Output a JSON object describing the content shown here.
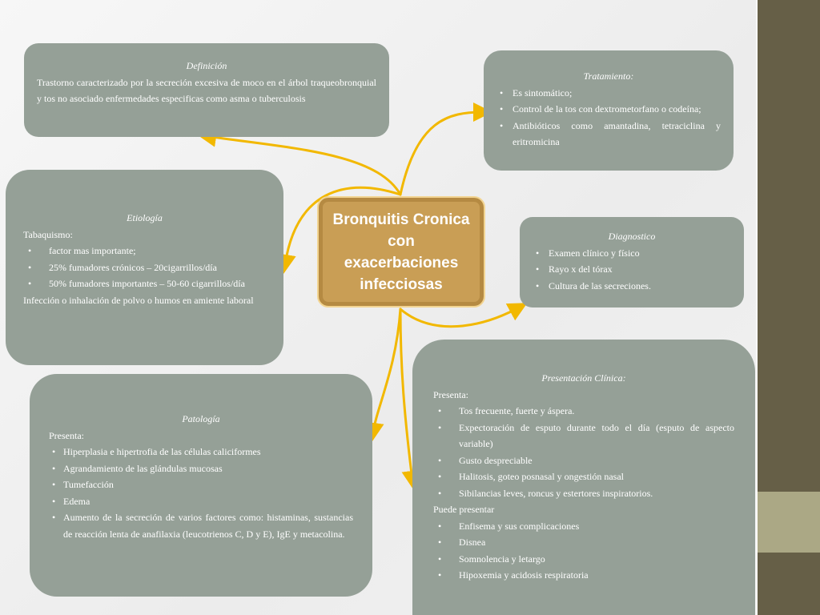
{
  "central": {
    "title": "Bronquitis Cronica con exacerbaciones infecciosas"
  },
  "definicion": {
    "title": "Definición",
    "text": "Trastorno caracterizado por la secreción excesiva de moco en el árbol traqueobronquial y tos no asociado enfermedades especificas como asma o tuberculosis"
  },
  "tratamiento": {
    "title": "Tratamiento:",
    "items": [
      "Es sintomático;",
      "Control de la tos con dextrometorfano o codeína;",
      "Antibióticos como amantadina, tetraciclina y eritromicina"
    ]
  },
  "etiologia": {
    "title": "Etiología",
    "intro": "Tabaquismo:",
    "items": [
      "factor mas importante;",
      "25% fumadores crónicos – 20cigarrillos/día",
      "50% fumadores importantes – 50-60 cigarrillos/día"
    ],
    "outro": "Infección o inhalación de polvo o humos en amiente laboral"
  },
  "diagnostico": {
    "title": "Diagnostico",
    "items": [
      "Examen clínico y físico",
      "Rayo x del tórax",
      "Cultura de las secreciones."
    ]
  },
  "patologia": {
    "title": "Patología",
    "intro": "Presenta:",
    "items": [
      "Hiperplasia e hipertrofia de las células caliciformes",
      "Agrandamiento de las glándulas mucosas",
      "Tumefacción",
      "Edema",
      "Aumento de la secreción de varios factores como: histaminas, sustancias de reacción lenta de anafilaxia (leucotrienos C, D y E), IgE y metacolina."
    ]
  },
  "presentacion": {
    "title": "Presentación Clínica:",
    "intro1": "Presenta:",
    "items1": [
      "Tos frecuente, fuerte y áspera.",
      "Expectoración de esputo durante todo el día (esputo de aspecto variable)",
      "Gusto despreciable",
      "Halitosis, goteo posnasal y ongestión nasal",
      "Sibilancias leves, roncus y estertores inspiratorios."
    ],
    "intro2": "Puede presentar",
    "items2": [
      "Enfisema y sus complicaciones",
      "Disnea",
      "Somnolencia y letargo",
      "Hipoxemia y acidosis respiratoria"
    ]
  },
  "colors": {
    "box_fill": "#95a097",
    "center_fill": "#c99e55",
    "arrow": "#f2b800",
    "side_bar": "#665f47",
    "side_accent": "#aba885"
  }
}
